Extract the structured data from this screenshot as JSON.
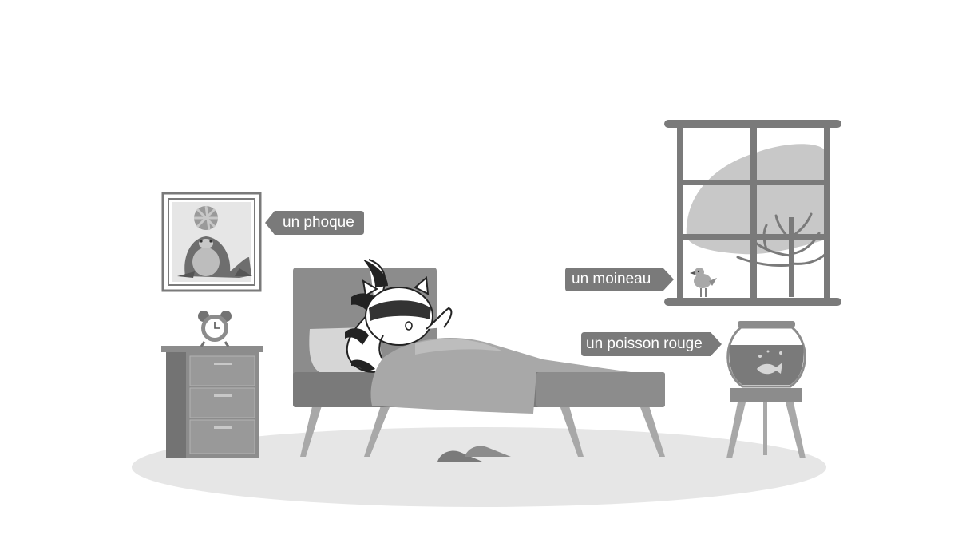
{
  "labels": {
    "seal": "un phoque",
    "sparrow": "un moineau",
    "goldfish": "un poisson rouge"
  },
  "icons": [
    "seal-picture-icon",
    "alarm-clock-icon",
    "raccoon-icon",
    "sparrow-icon",
    "goldfish-icon",
    "tree-icon",
    "slippers-icon"
  ],
  "colors": {
    "label_bg": "#7a7a7a",
    "label_text": "#ffffff",
    "floor": "#e6e6e6",
    "furniture_dark": "#737373",
    "furniture_mid": "#8c8c8c",
    "furniture_light": "#a8a8a8"
  }
}
